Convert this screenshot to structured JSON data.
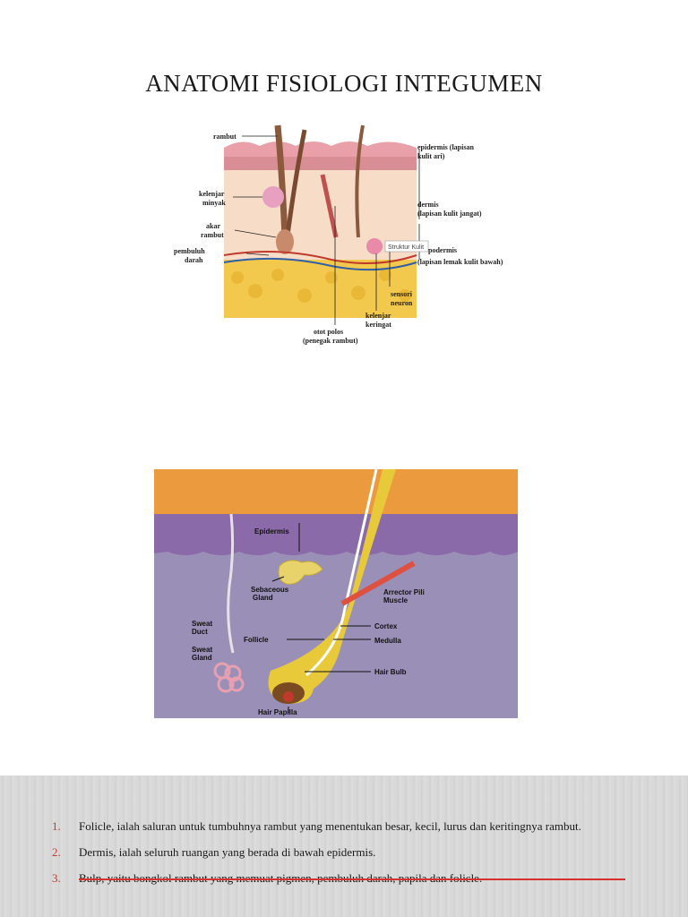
{
  "title": "ANATOMI FISIOLOGI INTEGUMEN",
  "figure1": {
    "labels": {
      "rambut": "rambut",
      "kelenjar": "kelenjar",
      "minyak": "minyak",
      "akar": "akar",
      "rambut2": "rambut",
      "pembuluh": "pembuluh",
      "darah": "darah",
      "epidermis": "epidermis (lapisan",
      "kulit_ari": "kulit ari)",
      "dermis": "dermis",
      "dermis2": "(lapisan kulit jangat)",
      "hipodermis": "podermis",
      "hipodermis2": "(lapisan lemak kulit bawah)",
      "sensori": "sensori",
      "neuron": "neuron",
      "kelenjar_k": "kelenjar",
      "keringat": "keringat",
      "otot": "otot polos",
      "penegak": "(penegak rambut)",
      "tooltip": "Struktur Kulit"
    }
  },
  "figure2": {
    "labels": {
      "epidermis": "Epidermis",
      "sebaceous": "Sebaceous",
      "gland": "Gland",
      "arrector": "Arrector Pili",
      "muscle": "Muscle",
      "sweat_duct1": "Sweat",
      "sweat_duct2": "Duct",
      "sweat_gland1": "Sweat",
      "sweat_gland2": "Gland",
      "follicle": "Follicle",
      "cortex": "Cortex",
      "medulla": "Medulla",
      "hair_bulb": "Hair Bulb",
      "hair_papilla": "Hair Papilla"
    }
  },
  "list": [
    {
      "num": "1.",
      "text": "Folicle, ialah saluran untuk tumbuhnya rambut yang menentukan besar, kecil, lurus dan keritingnya rambut."
    },
    {
      "num": "2.",
      "text": "Dermis, ialah seluruh ruangan yang berada di bawah epidermis."
    },
    {
      "num": "3.",
      "text": "Bulp, yaitu bongkol rambut yang memuat pigmen, pembuluh darah, papila dan folicle."
    }
  ]
}
